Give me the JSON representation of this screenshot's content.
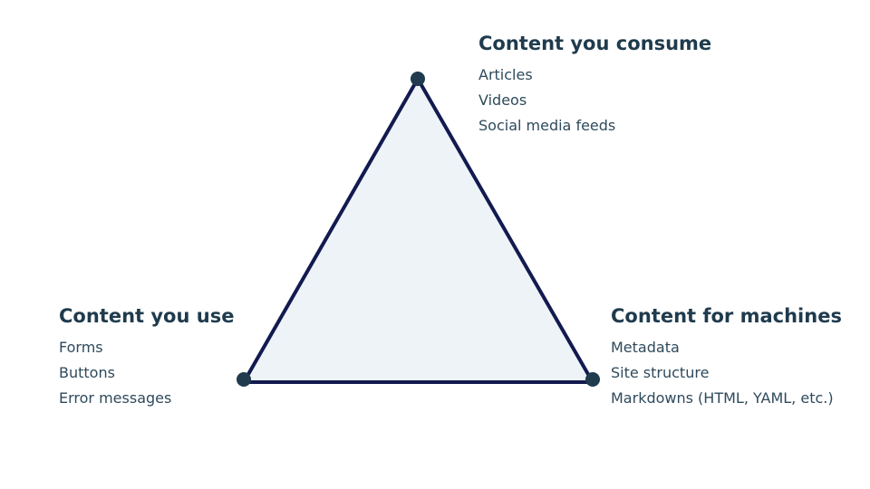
{
  "colors": {
    "fill": "#edf3f7",
    "stroke": "#121a50",
    "vertex": "#1f3b4d",
    "heading": "#1f3b4d",
    "text": "#2e4a5c"
  },
  "groups": {
    "top": {
      "title": "Content you consume",
      "items": [
        "Articles",
        "Videos",
        "Social media feeds"
      ]
    },
    "left": {
      "title": "Content you use",
      "items": [
        "Forms",
        "Buttons",
        "Error messages"
      ]
    },
    "right": {
      "title": "Content for machines",
      "items": [
        "Metadata",
        "Site structure",
        "Markdowns (HTML, YAML, etc.)"
      ]
    }
  }
}
